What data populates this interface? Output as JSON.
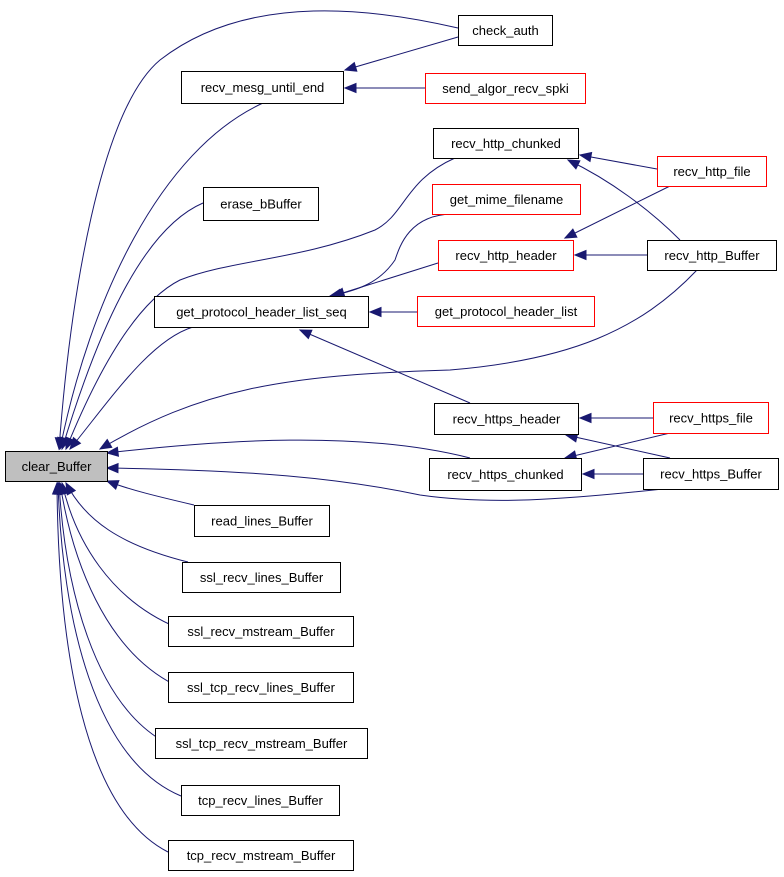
{
  "diagram": {
    "type": "caller-graph",
    "colors": {
      "edge": "#191970",
      "root_fill": "#bfbfbf",
      "node_border": "#000000",
      "truncated_border": "#ff0000",
      "background": "#ffffff"
    },
    "nodes": [
      {
        "id": "clear_Buffer",
        "label": "clear_Buffer",
        "style": "root"
      },
      {
        "id": "check_auth",
        "label": "check_auth",
        "style": "normal"
      },
      {
        "id": "recv_mesg_until_end",
        "label": "recv_mesg_until_end",
        "style": "normal"
      },
      {
        "id": "send_algor_recv_spki",
        "label": "send_algor_recv_spki",
        "style": "truncated"
      },
      {
        "id": "recv_http_chunked",
        "label": "recv_http_chunked",
        "style": "normal"
      },
      {
        "id": "recv_http_file",
        "label": "recv_http_file",
        "style": "truncated"
      },
      {
        "id": "erase_bBuffer",
        "label": "erase_bBuffer",
        "style": "normal"
      },
      {
        "id": "get_mime_filename",
        "label": "get_mime_filename",
        "style": "truncated"
      },
      {
        "id": "recv_http_header",
        "label": "recv_http_header",
        "style": "truncated"
      },
      {
        "id": "recv_http_Buffer",
        "label": "recv_http_Buffer",
        "style": "normal"
      },
      {
        "id": "get_protocol_header_list_seq",
        "label": "get_protocol_header_list_seq",
        "style": "normal"
      },
      {
        "id": "get_protocol_header_list",
        "label": "get_protocol_header_list",
        "style": "truncated"
      },
      {
        "id": "recv_https_header",
        "label": "recv_https_header",
        "style": "normal"
      },
      {
        "id": "recv_https_file",
        "label": "recv_https_file",
        "style": "truncated"
      },
      {
        "id": "recv_https_chunked",
        "label": "recv_https_chunked",
        "style": "normal"
      },
      {
        "id": "recv_https_Buffer",
        "label": "recv_https_Buffer",
        "style": "normal"
      },
      {
        "id": "read_lines_Buffer",
        "label": "read_lines_Buffer",
        "style": "normal"
      },
      {
        "id": "ssl_recv_lines_Buffer",
        "label": "ssl_recv_lines_Buffer",
        "style": "normal"
      },
      {
        "id": "ssl_recv_mstream_Buffer",
        "label": "ssl_recv_mstream_Buffer",
        "style": "normal"
      },
      {
        "id": "ssl_tcp_recv_lines_Buffer",
        "label": "ssl_tcp_recv_lines_Buffer",
        "style": "normal"
      },
      {
        "id": "ssl_tcp_recv_mstream_Buffer",
        "label": "ssl_tcp_recv_mstream_Buffer",
        "style": "normal"
      },
      {
        "id": "tcp_recv_lines_Buffer",
        "label": "tcp_recv_lines_Buffer",
        "style": "normal"
      },
      {
        "id": "tcp_recv_mstream_Buffer",
        "label": "tcp_recv_mstream_Buffer",
        "style": "normal"
      }
    ],
    "edges": [
      {
        "from": "check_auth",
        "to": "clear_Buffer"
      },
      {
        "from": "recv_mesg_until_end",
        "to": "clear_Buffer"
      },
      {
        "from": "erase_bBuffer",
        "to": "clear_Buffer"
      },
      {
        "from": "recv_http_chunked",
        "to": "clear_Buffer"
      },
      {
        "from": "get_protocol_header_list_seq",
        "to": "clear_Buffer"
      },
      {
        "from": "recv_http_Buffer",
        "to": "clear_Buffer"
      },
      {
        "from": "recv_https_chunked",
        "to": "clear_Buffer"
      },
      {
        "from": "recv_https_Buffer",
        "to": "clear_Buffer"
      },
      {
        "from": "read_lines_Buffer",
        "to": "clear_Buffer"
      },
      {
        "from": "ssl_recv_lines_Buffer",
        "to": "clear_Buffer"
      },
      {
        "from": "ssl_recv_mstream_Buffer",
        "to": "clear_Buffer"
      },
      {
        "from": "ssl_tcp_recv_lines_Buffer",
        "to": "clear_Buffer"
      },
      {
        "from": "ssl_tcp_recv_mstream_Buffer",
        "to": "clear_Buffer"
      },
      {
        "from": "tcp_recv_lines_Buffer",
        "to": "clear_Buffer"
      },
      {
        "from": "tcp_recv_mstream_Buffer",
        "to": "clear_Buffer"
      },
      {
        "from": "check_auth",
        "to": "recv_mesg_until_end"
      },
      {
        "from": "send_algor_recv_spki",
        "to": "recv_mesg_until_end"
      },
      {
        "from": "recv_http_file",
        "to": "recv_http_chunked"
      },
      {
        "from": "recv_http_Buffer",
        "to": "recv_http_chunked"
      },
      {
        "from": "get_mime_filename",
        "to": "get_protocol_header_list_seq"
      },
      {
        "from": "recv_http_header",
        "to": "get_protocol_header_list_seq"
      },
      {
        "from": "get_protocol_header_list",
        "to": "get_protocol_header_list_seq"
      },
      {
        "from": "recv_https_header",
        "to": "get_protocol_header_list_seq"
      },
      {
        "from": "recv_http_file",
        "to": "recv_http_header"
      },
      {
        "from": "recv_http_Buffer",
        "to": "recv_http_header"
      },
      {
        "from": "recv_https_file",
        "to": "recv_https_header"
      },
      {
        "from": "recv_https_Buffer",
        "to": "recv_https_header"
      },
      {
        "from": "recv_https_file",
        "to": "recv_https_chunked"
      },
      {
        "from": "recv_https_Buffer",
        "to": "recv_https_chunked"
      }
    ]
  }
}
